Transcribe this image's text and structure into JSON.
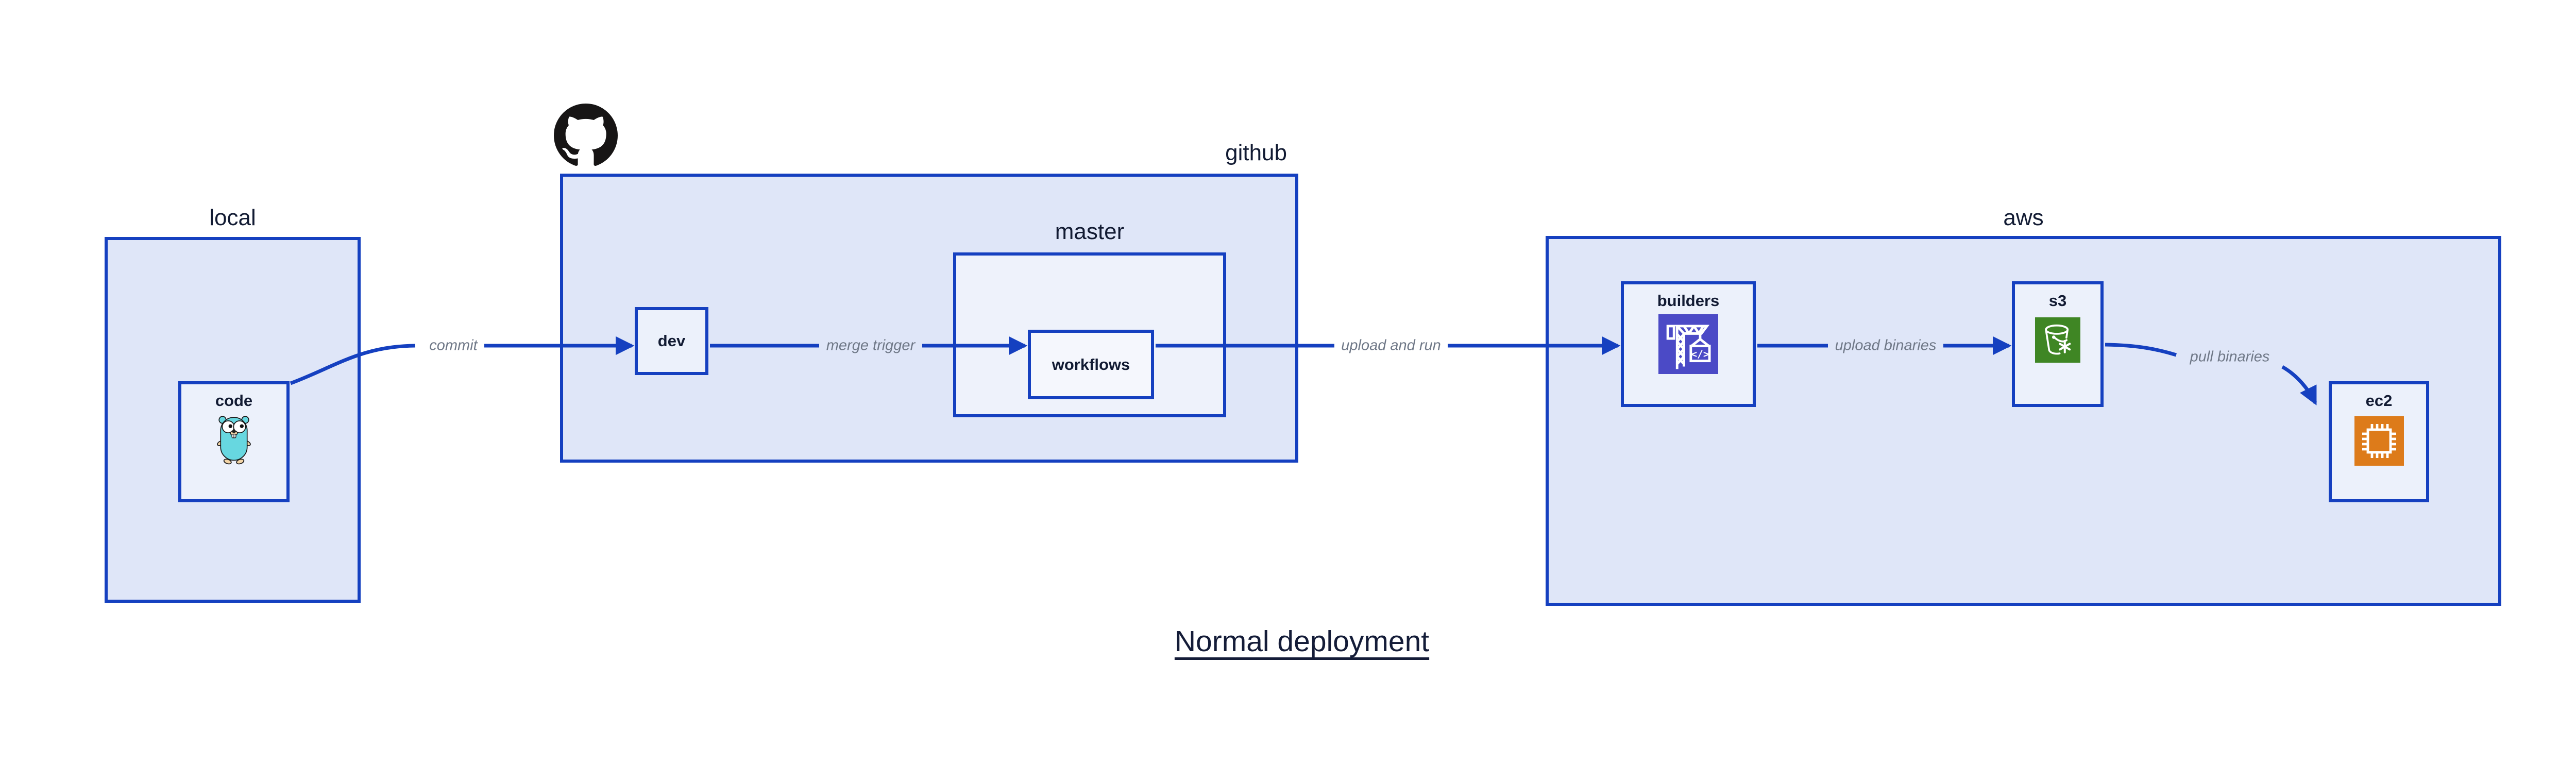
{
  "title": "Normal deployment",
  "groups": {
    "local": {
      "label": "local"
    },
    "github": {
      "label": "github"
    },
    "master": {
      "label": "master"
    },
    "aws": {
      "label": "aws"
    }
  },
  "nodes": {
    "code": {
      "label": "code"
    },
    "dev": {
      "label": "dev"
    },
    "workflows": {
      "label": "workflows"
    },
    "builders": {
      "label": "builders"
    },
    "s3": {
      "label": "s3"
    },
    "ec2": {
      "label": "ec2"
    }
  },
  "edges": {
    "commit": {
      "label": "commit"
    },
    "merge_trigger": {
      "label": "merge trigger"
    },
    "upload_and_run": {
      "label": "upload and run"
    },
    "upload_binaries": {
      "label": "upload binaries"
    },
    "pull_binaries": {
      "label": "pull binaries"
    }
  },
  "icons": {
    "github_logo": "github-octocat",
    "code_icon": "go-gopher",
    "builders_icon": "aws-codebuild-crane",
    "s3_icon": "aws-s3-bucket-snowflake",
    "ec2_icon": "aws-ec2-chip"
  },
  "colors": {
    "border_arrow_blue": "#1540c0",
    "group_fill": "#dfe6f8",
    "node_fill": "#ecf1fb",
    "workflows_fill": "#f5f7fd",
    "label_navy": "#121b33",
    "edge_label_gray": "#6f7887",
    "codebuild_indigo": "#4b4ac6",
    "s3_green": "#3f8624",
    "ec2_orange": "#dd7b1a",
    "github_black": "#171515",
    "gopher_teal": "#67d7e0"
  }
}
